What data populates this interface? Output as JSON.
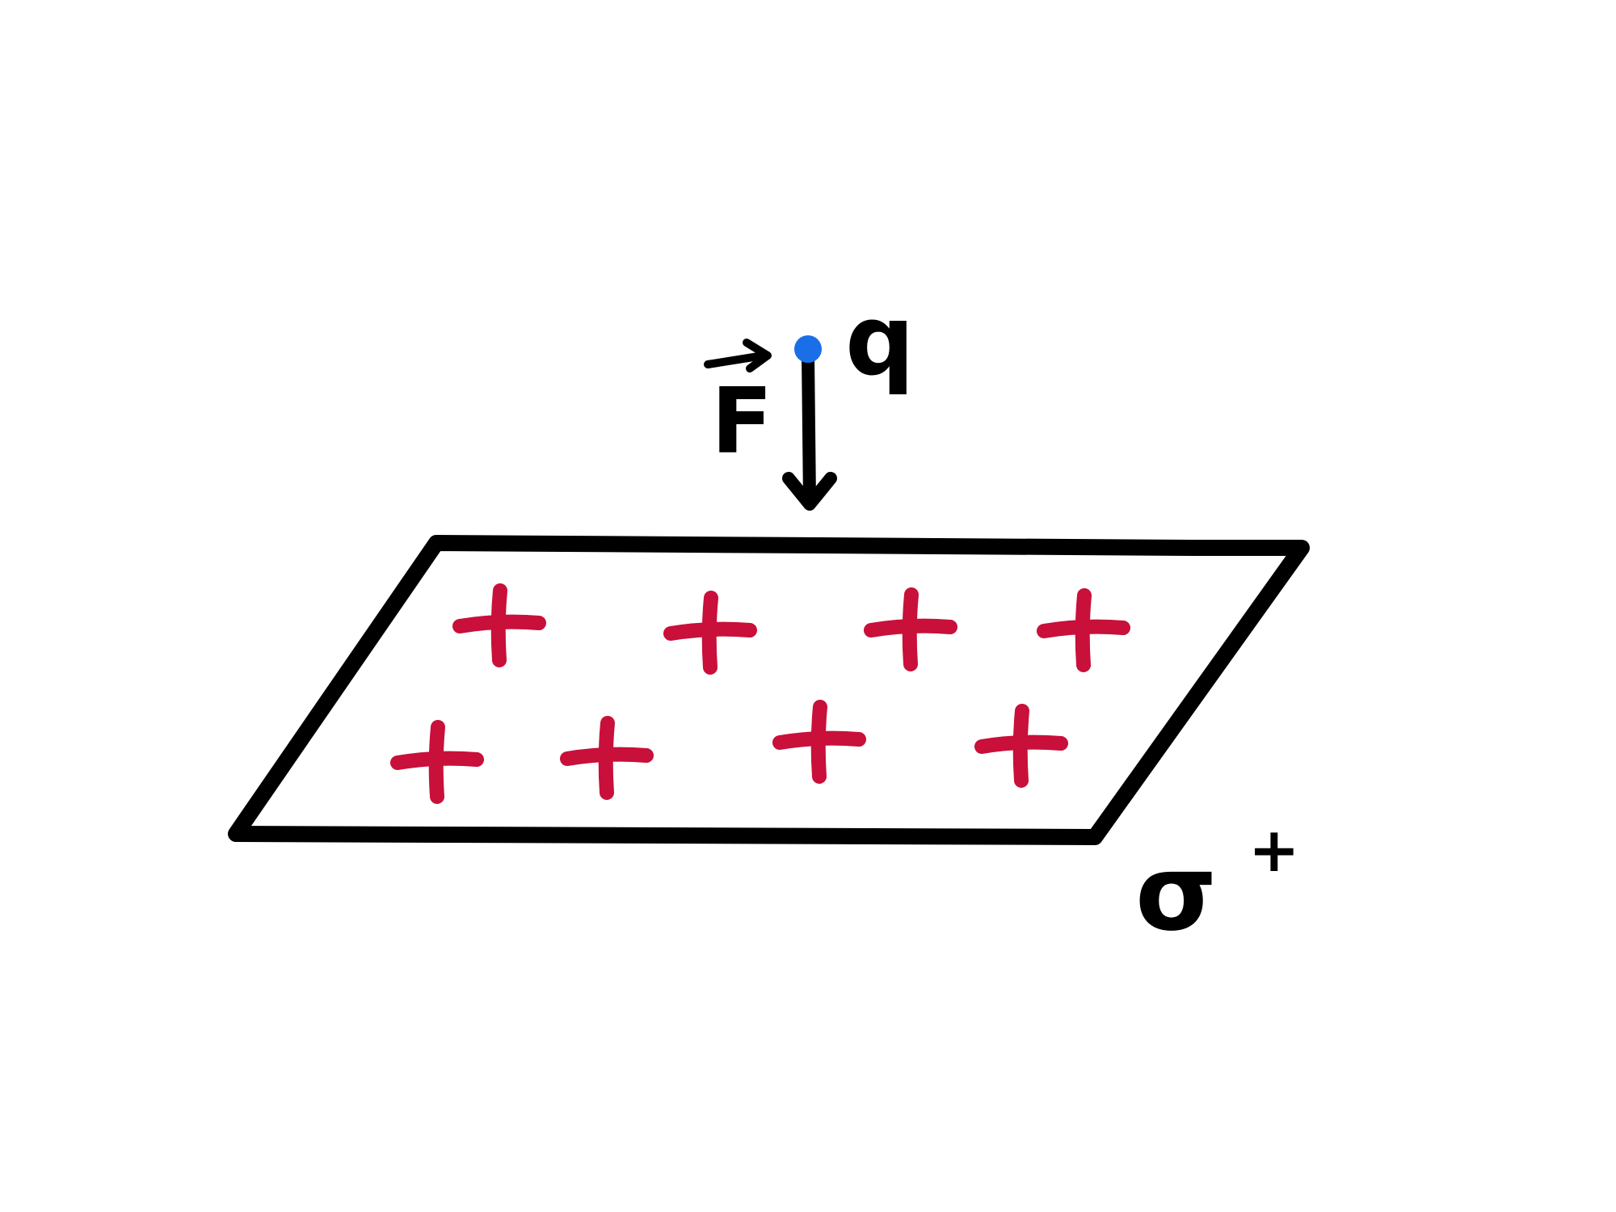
{
  "labels": {
    "force": "F",
    "charge": "q",
    "density": "σ",
    "density_sign": "+"
  },
  "sheet": {
    "charge_sign": "+",
    "charge_count": 8
  },
  "colors": {
    "outline": "#000000",
    "charge_point": "#1a6fe8",
    "plus_signs": "#c8103a",
    "background": "#ffffff"
  }
}
